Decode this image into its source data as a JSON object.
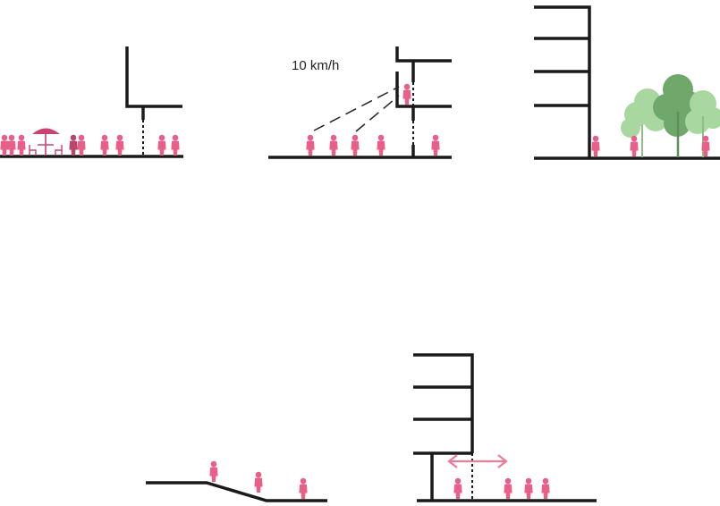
{
  "colors": {
    "ink": "#1a1a1a",
    "person": "#e8608a",
    "person_dark": "#b8476d",
    "umbrella": "#c8436d",
    "tree_light": "#a8d8a0",
    "tree_dark": "#6fa86a",
    "arrow": "#ef7a9a"
  },
  "panels": [
    {
      "name": "cafe-terrace-section",
      "icons": [
        "building-facade",
        "cafe-umbrella-icon",
        "person-icon"
      ]
    },
    {
      "name": "speed-view-section",
      "speed_label": "10 km/h",
      "icons": [
        "building-facade",
        "sightline",
        "person-icon"
      ]
    },
    {
      "name": "trees-section",
      "icons": [
        "building-facade",
        "tree-icon",
        "person-icon"
      ]
    },
    {
      "name": "slope-section",
      "icons": [
        "ground-slope",
        "person-icon"
      ]
    },
    {
      "name": "arcade-section",
      "icons": [
        "building-facade",
        "double-arrow-icon",
        "person-icon"
      ]
    }
  ]
}
